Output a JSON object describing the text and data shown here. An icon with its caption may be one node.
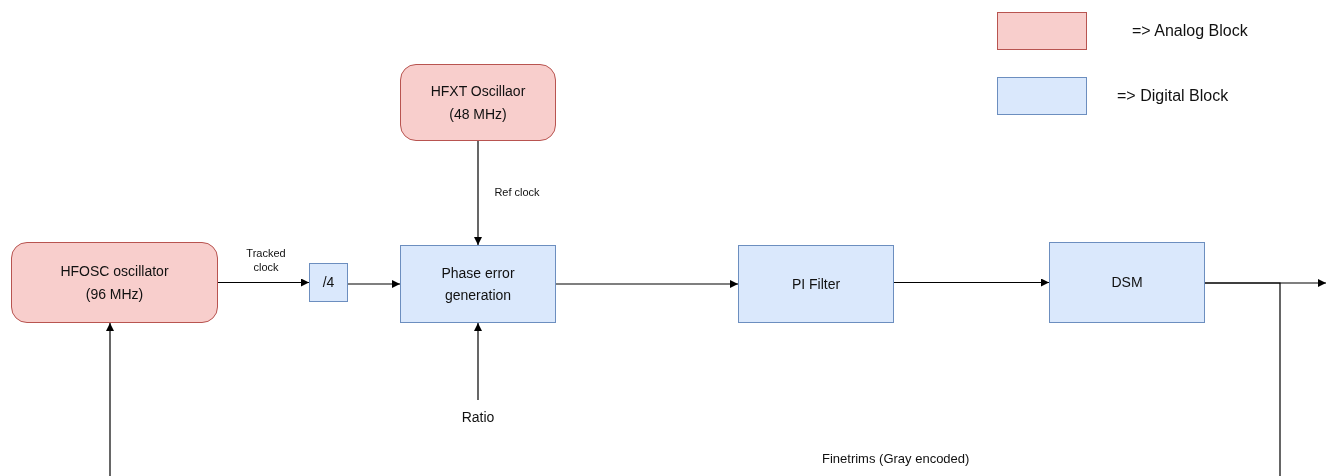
{
  "diagram": {
    "nodes": [
      {
        "text": [
          "HFXT Oscillaor (48 MHz)"
        ]
      },
      {
        "text": [
          "HFOSC oscillator (96 MHz)"
        ]
      },
      {
        "text": [
          "/4"
        ]
      },
      {
        "text": [
          "Phase error generation"
        ]
      },
      {
        "text": [
          "PI Filter"
        ]
      },
      {
        "text": [
          "DSM"
        ]
      },
      {
        "text": [
          "Ratio"
        ]
      }
    ],
    "edges": [
      {
        "from": 1,
        "to": 2,
        "arrow": "to",
        "label": "Tracked clock"
      },
      {
        "from": 2,
        "to": 3,
        "arrow": "to"
      },
      {
        "from": 0,
        "to": 3,
        "arrow": "to",
        "label": "Ref clock"
      },
      {
        "from": 6,
        "to": 3,
        "arrow": "to"
      },
      {
        "from": 3,
        "to": 4,
        "arrow": "to"
      },
      {
        "from": 4,
        "to": 5,
        "arrow": "to"
      },
      {
        "from": 5,
        "to": null,
        "arrow": "to"
      },
      {
        "from": 5,
        "to": null,
        "arrow": "none"
      },
      {
        "from": null,
        "to": 1,
        "arrow": "to"
      }
    ],
    "labels": [
      "Finetrims (Gray encoded)"
    ],
    "legend": [
      {
        "text": "=> Analog Block",
        "color": "#f8cecc"
      },
      {
        "text": "=> Digital Block",
        "color": "#dae8fc"
      }
    ]
  }
}
